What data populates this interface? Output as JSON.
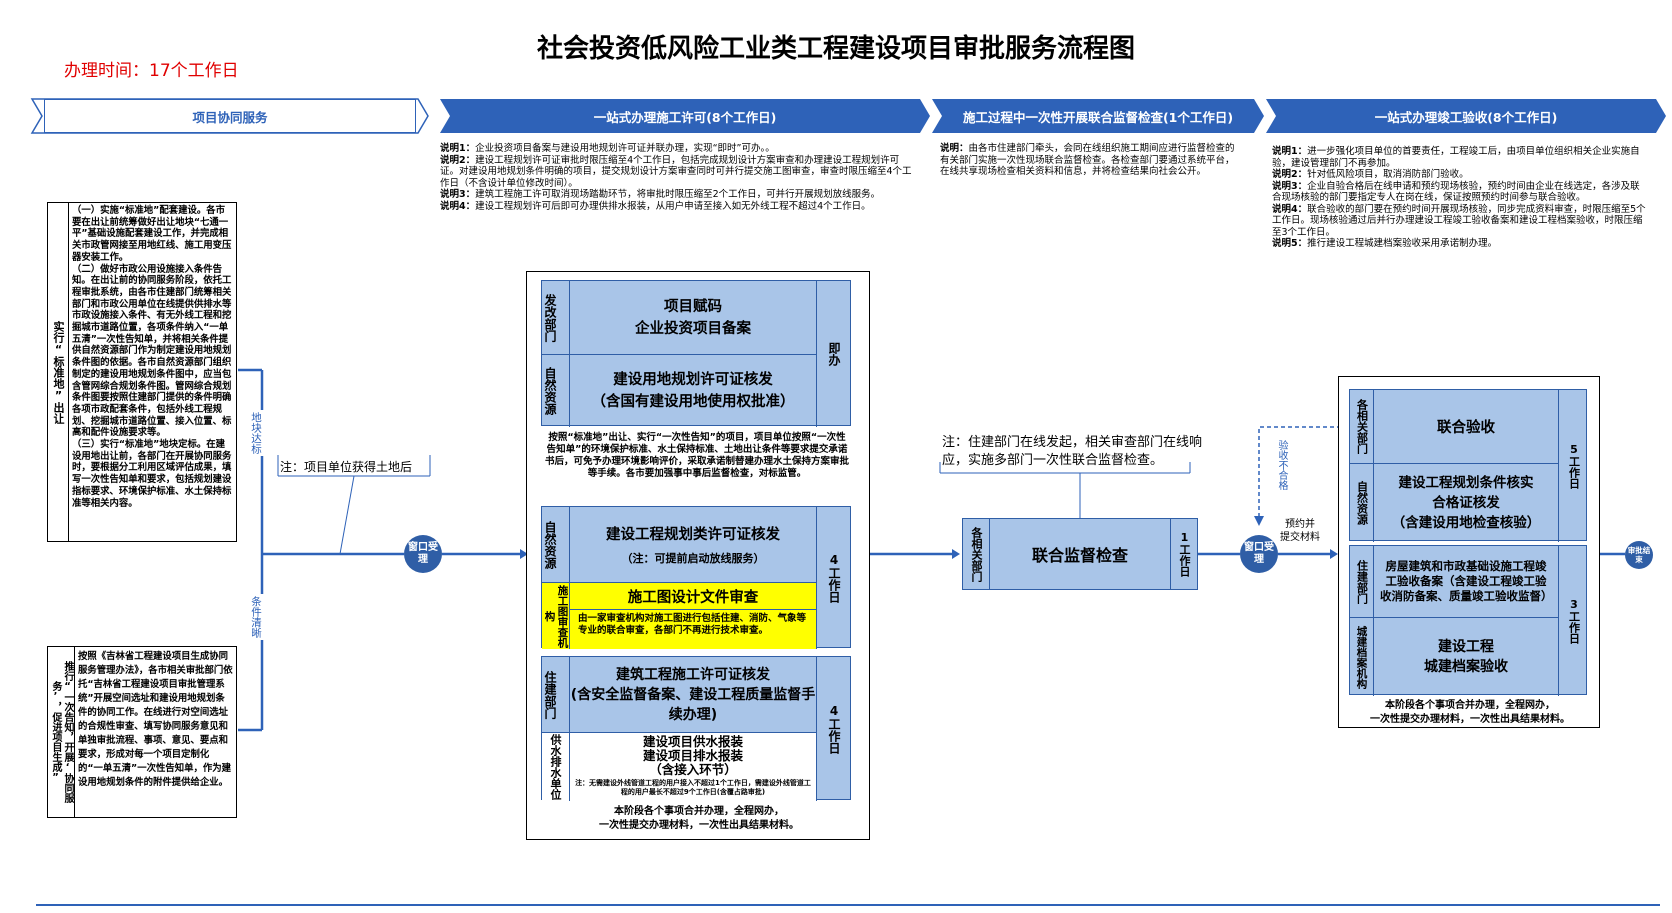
{
  "title": "社会投资低风险工业类工程建设项目审批服务流程图",
  "duration": "办理时间：17个工作日",
  "phases": {
    "p1": "项目协同服务",
    "p2": "一站式办理施工许可(8个工作日)",
    "p3": "施工过程中一次性开展联合监督检查(1个工作日)",
    "p4": "一站式办理竣工验收(8个工作日)"
  },
  "notes2": [
    [
      "说明1：",
      "企业投资项目备案与建设用地规划许可证并联办理，实现“即时”可办。。"
    ],
    [
      "说明2：",
      "建设工程规划许可证审批时限压缩至4个工作日，包括完成规划设计方案审查和办理建设工程规划许可证。对建设用地规划条件明确的项目，提交规划设计方案审查同时可并行提交施工图审查，审查时限压缩至4个工作日（不含设计单位修改时间）。"
    ],
    [
      "说明3：",
      "建筑工程施工许可取消现场踏勘环节，将审批时限压缩至2个工作日，可并行开展规划放线服务。"
    ],
    [
      "说明4：",
      "建设工程规划许可后即可办理供排水报装，从用户申请至接入如无外线工程不超过4个工作日。"
    ]
  ],
  "notes3": [
    [
      "说明：",
      "由各市住建部门牵头，会同在线组织施工期间应进行监督检查的有关部门实施一次性现场联合监督检查。各检查部门要通过系统平台，在线共享现场检查相关资料和信息，并将检查结果向社会公开。"
    ]
  ],
  "notes4": [
    [
      "说明1：",
      "进一步强化项目单位的首要责任，工程竣工后，由项目单位组织相关企业实施自验，建设管理部门不再参加。"
    ],
    [
      "说明2：",
      "针对低风险项目，取消消防部门验收。"
    ],
    [
      "说明3：",
      "企业自验合格后在线申请和预约现场核验，预约时间由企业在线选定，各涉及联合现场核验的部门要指定专人在岗在线，保证按照预约时间参与联合验收。"
    ],
    [
      "说明4：",
      "联合验收的部门要在预约时间开展现场核验，同步完成资料审查，时限压缩至5个工作日。现场核验通过后并行办理建设工程竣工验收备案和建设工程档案验收，时限压缩至3个工作日。"
    ],
    [
      "说明5：",
      "推行建设工程城建档案验收采用承诺制办理。"
    ]
  ],
  "left": {
    "top_vlabel": "实行“标准地”出让",
    "top_text": "（一）实施“标准地”配套建设。各市要在出让前统筹做好出让地块“七通一平”基础设施配套建设工作，并完成相关市政管网接至用地红线、施工用变压器安装工作。\n（二）做好市政公用设施接入条件告知。在出让前的协同服务阶段，依托工程审批系统，由各市住建部门统筹相关部门和市政公用单位在线提供供排水等市政设施接入条件、有无外线工程和挖掘城市道路位置，各项条件纳入“一单五清”一次性告知单，并将相关条件提供自然资源部门作为制定建设用地规划条件图的依据。各市自然资源部门组织制定的建设用地规划条件图中，应当包含管网综合规划条件图。管网综合规划条件图要按照住建部门提供的条件明确各项市政配套条件，包括外线工程规划、挖掘城市道路位置、接入位置、标高和配件设施要求等。\n（三）实行“标准地”地块定标。在建设用地出让前，各部门在开展协同服务时，要根据分工利用区域评估成果，填写一次性告知单和要求，包括规划建设指标要求、环境保护标准、水土保持标准等相关内容。",
    "bottom_vlabel": "推行“一次告知，开展‘协同服务’，促进项目生成”",
    "bottom_text": "按照《吉林省工程建设项目生成协同服务管理办法》，各市相关审批部门依托“吉林省工程建设项目审批管理系统”开展空间选址和建设用地规划条件的协同工作。在线进行对空间选址的合规性审查、填写协同服务意见和单独审批流程、事项、意见、要点和要求，形成对每一个项目定制化的“一单五清”一次性告知单，作为建设用地规划条件的附件提供给企业。",
    "tag_top": "地块达标",
    "tag_bottom": "条件清晰",
    "land_note": "注：项目单位获得土地后"
  },
  "window": "窗口受理",
  "s2": {
    "r1_dept": "发改部门",
    "r1_item": "项目赋码\n企业投资项目备案",
    "r2_dept": "自然资源",
    "r2_item": "建设用地规划许可证核发\n（含国有建设用地使用权批准）",
    "r12_time": "即办",
    "note1": "按照“标准地”出让、实行“一次性告知”的项目，项目单位按照“一次性告知单”的环境保护标准、水土保持标准、土地出让条件等要求提交承诺书后，可免予办理环境影响评价，采取承诺制替建办理水土保持方案审批等手续。各市要加强事中事后监督检查，对标监管。",
    "r3_dept": "自然资源",
    "r3_item": "建设工程规划类许可证核发",
    "r3_sub": "（注：可提前启动放线服务）",
    "r4_dept": "施工图审查机构",
    "r4_item": "施工图设计文件审查",
    "r4_sub": "由一家审查机构对施工图进行包括住建、消防、气象等专业的联合审查，各部门不再进行技术审查。",
    "r34_time": "4工作日",
    "r5_dept": "住建部门",
    "r5_item": "建筑工程施工许可证核发\n(含安全监督备案、建设工程质量监督手续办理)",
    "r6_dept": "供水排水单位",
    "r6_item": "建设项目供水报装\n建设项目排水报装\n（含接入环节）",
    "r6_sub": "注：无需建设外线管道工程的用户接入不超过1个工作日，需建设外线管道工程的用户最长不超过9个工作日(含覆占路审批)",
    "r56_time": "4工作日",
    "footer": "本阶段各个事项合并办理，全程网办，\n一次性提交办理材料，一次性出具结果材料。"
  },
  "s3": {
    "note": "注：住建部门在线发起，相关审查部门在线响应，实施多部门一次性联合监督检查。",
    "dept": "各相关部门",
    "item": "联合监督检查",
    "time": "1工作日"
  },
  "s4": {
    "reject": "验收不合格",
    "appoint": "预约并\n提交材料",
    "r1_dept": "各相关部门",
    "r1_item": "联合验收",
    "r2_dept": "自然资源",
    "r2_item": "建设工程规划条件核实\n合格证核发\n（含建设用地检查核验）",
    "r12_time": "5工作日",
    "r3_dept": "住建部门",
    "r3_item": "房屋建筑和市政基础设施工程竣工验收备案（含建设工程竣工验收消防备案、质量竣工验收监督）",
    "r4_dept": "城建档案机构",
    "r4_item": "建设工程\n城建档案验收",
    "r34_time": "3工作日",
    "footer": "本阶段各个事项合并办理，全程网办，\n一次性提交办理材料，一次性出具结果材料。"
  },
  "end": "审批结束"
}
